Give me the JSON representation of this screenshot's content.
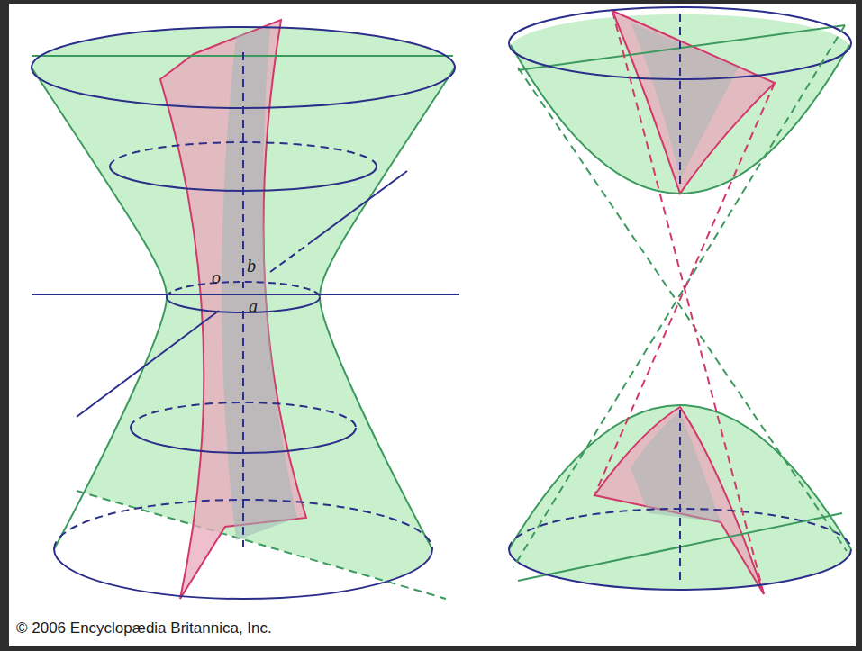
{
  "diagram": {
    "labels": [
      "o",
      "b",
      "a",
      "© 2006 Encyclopædia Britannica, Inc."
    ]
  }
}
